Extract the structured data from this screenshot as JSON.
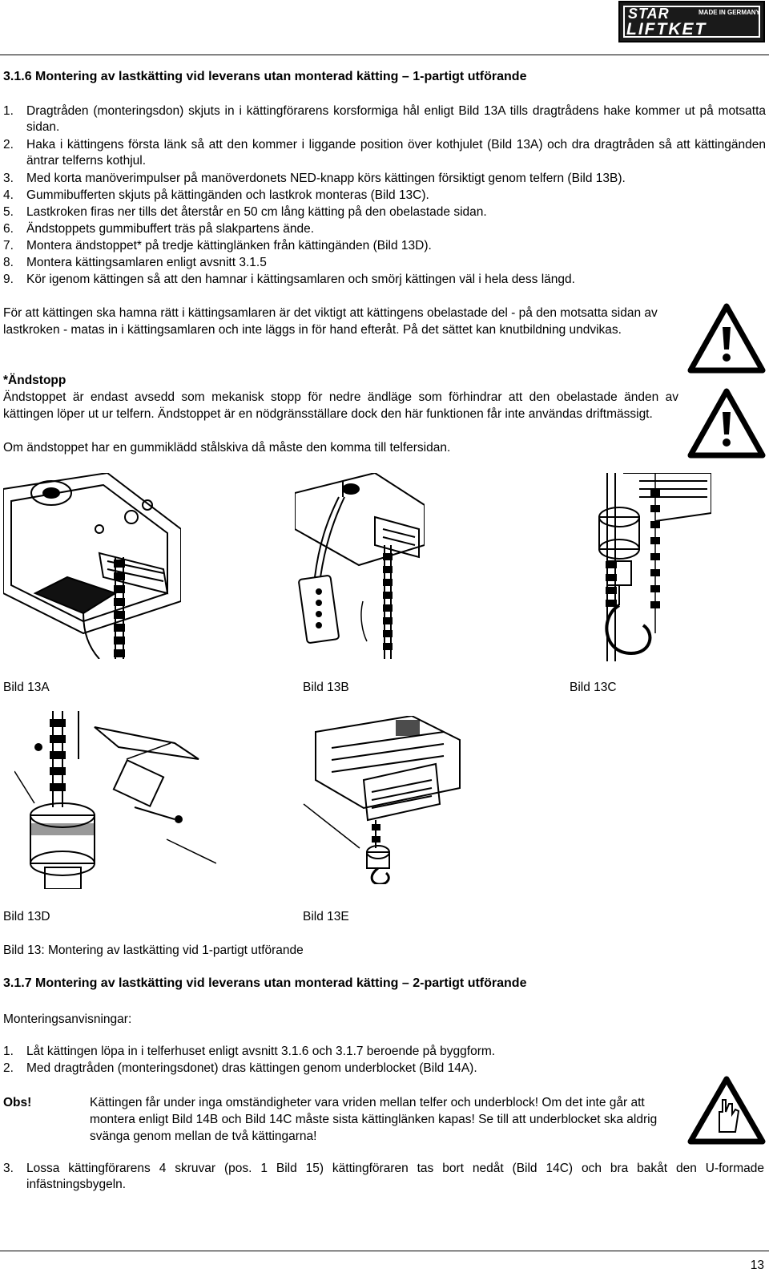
{
  "logo": {
    "line1": "STAR",
    "line2": "LIFTKET",
    "tagline": "MADE IN GERMANY"
  },
  "section1": {
    "heading": "3.1.6  Montering av lastkätting vid leverans utan monterad kätting – 1-partigt utförande",
    "steps": [
      {
        "num": "1.",
        "text": "Dragtråden (monteringsdon) skjuts in i kättingförarens korsformiga hål enligt Bild 13A tills dragtrådens hake kommer ut på motsatta sidan."
      },
      {
        "num": "2.",
        "text": "Haka i kättingens första länk så att den kommer i liggande position över kothjulet (Bild 13A) och dra dragtråden så att kättingänden äntrar telferns kothjul."
      },
      {
        "num": "3.",
        "text": "Med korta manöverimpulser på manöverdonets NED-knapp körs kättingen försiktigt genom telfern (Bild 13B)."
      },
      {
        "num": "4.",
        "text": "Gummibufferten skjuts på kättingänden och lastkrok monteras (Bild 13C)."
      },
      {
        "num": "5.",
        "text": "Lastkroken firas ner tills det återstår en 50 cm lång kätting på den obelastade sidan."
      },
      {
        "num": "6.",
        "text": "Ändstoppets gummibuffert träs på slakpartens ände."
      },
      {
        "num": "7.",
        "text": "Montera ändstoppet* på tredje kättinglänken från kättingänden (Bild 13D)."
      },
      {
        "num": "8.",
        "text": "Montera kättingsamlaren enligt avsnitt 3.1.5"
      },
      {
        "num": "9.",
        "text": "Kör igenom kättingen så att den hamnar i kättingsamlaren och smörj kättingen väl i hela dess längd."
      }
    ],
    "warning_paragraph": "För att kättingen ska hamna rätt i kättingsamlaren är det viktigt att kättingens obelastade del - på den motsatta sidan av lastkroken - matas in i kättingsamlaren och inte läggs in för hand efteråt. På det sättet kan knutbildning undvikas.",
    "endstop": {
      "title": "*Ändstopp",
      "text": "Ändstoppet är endast avsedd som mekanisk stopp för nedre ändläge som förhindrar att den obelastade änden av kättingen löper ut ur telfern. Ändstoppet är en nödgränsställare dock den här funktionen får inte användas driftmässigt.",
      "text2": "Om ändstoppet har en gummiklädd stålskiva då måste den komma till telfersidan."
    },
    "figures": {
      "a": "Bild 13A",
      "b": "Bild 13B",
      "c": "Bild 13C",
      "d": "Bild 13D",
      "e": "Bild 13E",
      "caption": "Bild 13: Montering av lastkätting vid 1-partigt utförande"
    }
  },
  "section2": {
    "heading": "3.1.7  Montering av lastkätting vid leverans utan monterad kätting – 2-partigt utförande",
    "intro": "Monteringsanvisningar:",
    "steps": [
      {
        "num": "1.",
        "text": "Låt kättingen löpa in i telferhuset enligt avsnitt 3.1.6 och 3.1.7 beroende på byggform."
      },
      {
        "num": "2.",
        "text": "Med dragtråden (monteringsdonet) dras kättingen genom underblocket (Bild 14A)."
      }
    ],
    "obs_label": "Obs!",
    "obs_text": "Kättingen får under inga omständigheter vara vriden mellan telfer och underblock! Om det inte går att montera enligt Bild 14B och Bild 14C måste sista kättinglänken kapas! Se till att underblocket ska aldrig svänga genom mellan de två kättingarna!",
    "step3": {
      "num": "3.",
      "text": "Lossa kättingförarens 4 skruvar (pos. 1 Bild 15) kättingföraren tas bort nedåt (Bild 14C) och bra bakåt den U-formade infästningsbygeln."
    }
  },
  "page_number": "13"
}
